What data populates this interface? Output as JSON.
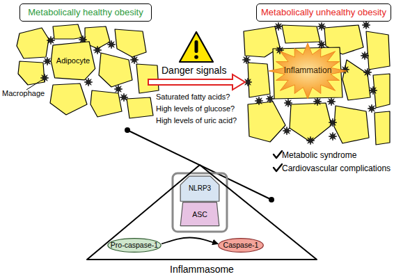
{
  "diagram": {
    "nodes": [
      {
        "text": [
          "Metabolically healthy obesity"
        ]
      },
      {
        "text": [
          "Metabolically unhealthy obesity"
        ]
      },
      {
        "text": [
          "Adipocyte"
        ]
      },
      {
        "text": [
          "Inflammation"
        ]
      },
      {
        "text": [
          "Inflammasome"
        ]
      },
      {
        "text": [
          "NLRP3"
        ],
        "in": 4
      },
      {
        "text": [
          "ASC"
        ],
        "in": 4
      },
      {
        "text": [
          "Pro-caspase-1"
        ],
        "in": 4
      },
      {
        "text": [
          "Caspase-1"
        ],
        "in": 4
      }
    ],
    "edges": [
      {
        "from": 7,
        "to": 8,
        "arrow": "to"
      }
    ],
    "labels": [
      "Danger signals",
      "Saturated fatty acids?",
      "High levels of glucose?",
      "High levels of uric acid?",
      "Macrophage",
      "Metabolic syndrome",
      "Cardiovascular complications"
    ]
  }
}
